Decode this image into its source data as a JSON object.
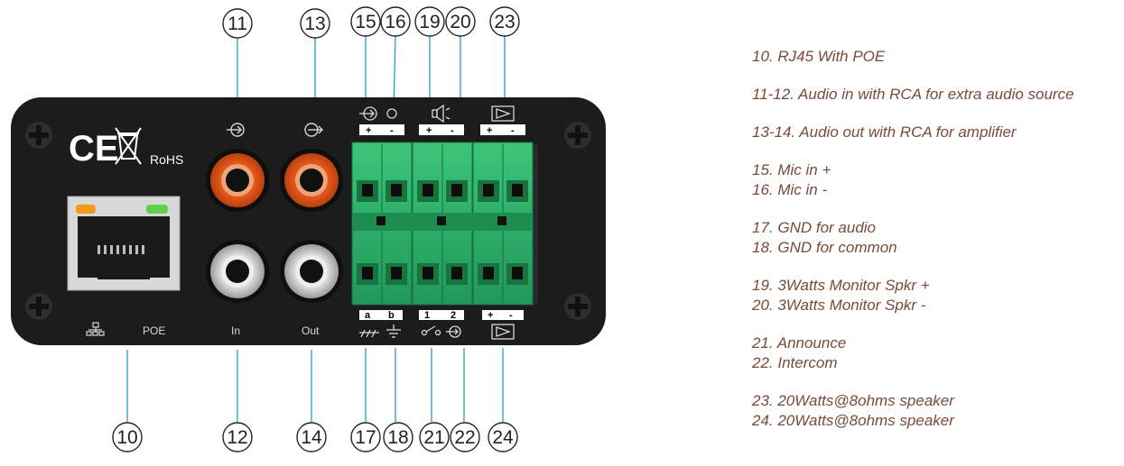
{
  "device": {
    "panel_labels": {
      "poe": "POE",
      "in": "In",
      "out": "Out"
    },
    "logos": {
      "ce": "CE",
      "rohs": "RoHS"
    },
    "terminal_tags": {
      "top": [
        "+",
        "-",
        "+",
        "-",
        "+",
        "-"
      ],
      "bottom_ab": [
        "a",
        "b"
      ],
      "bottom_12": [
        "1",
        "2"
      ],
      "bottom_pm": [
        "+",
        "-"
      ]
    },
    "colors": {
      "panel": "#1c1c1c",
      "terminal_green": "#2fb46a",
      "rca_orange": "#e85a1c",
      "rca_white": "#d9d9d9",
      "callout_line": "#2a9bc9",
      "led_orange": "#f39a1e",
      "led_green": "#5fd14a"
    }
  },
  "callouts": {
    "top": [
      "11",
      "13",
      "15",
      "16",
      "19",
      "20",
      "23"
    ],
    "bottom": [
      "10",
      "12",
      "14",
      "17",
      "18",
      "21",
      "22",
      "24"
    ]
  },
  "legend": [
    "10. RJ45 With POE",
    "11-12. Audio in with RCA for extra audio source",
    "13-14. Audio out with RCA for amplifier",
    "15. Mic in +",
    "16. Mic in -",
    "17. GND for audio",
    "18. GND for common",
    "19. 3Watts Monitor Spkr +",
    "20. 3Watts Monitor Spkr -",
    "21. Announce",
    "22. Intercom",
    "23. 20Watts@8ohms speaker",
    "24. 20Watts@8ohms speaker"
  ]
}
